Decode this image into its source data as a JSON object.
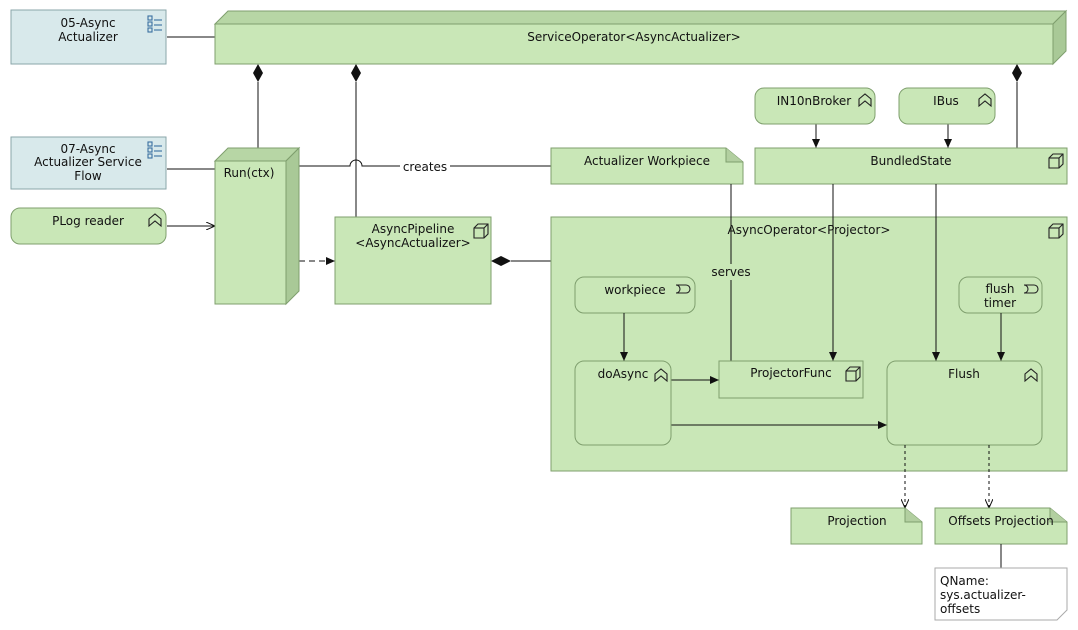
{
  "labels": {
    "async_actualizer": [
      "05-Async",
      "Actualizer"
    ],
    "actualizer_service_flow": [
      "07-Async",
      "Actualizer Service",
      "Flow"
    ],
    "plog_reader": "PLog reader",
    "service_operator": "ServiceOperator<AsyncActualizer>",
    "run_ctx": "Run(ctx)",
    "async_pipeline": [
      "AsyncPipeline",
      "<AsyncActualizer>"
    ],
    "creates": "creates",
    "actualizer_workpiece": "Actualizer Workpiece",
    "in10n_broker": "IN10nBroker",
    "ibus": "IBus",
    "bundled_state": "BundledState",
    "async_operator": "AsyncOperator<Projector>",
    "serves": "serves",
    "workpiece": "workpiece",
    "flush_timer": [
      "flush",
      "timer"
    ],
    "do_async": "doAsync",
    "projector_func": "ProjectorFunc",
    "flush": "Flush",
    "projection": "Projection",
    "offsets_projection": "Offsets Projection",
    "qname_note": [
      "QName:",
      "sys.actualizer-",
      "offsets"
    ]
  },
  "colors": {
    "node_fill": "#c9e7b7",
    "component_fill": "#d8e9eb",
    "note_fill": "#ffffff"
  }
}
